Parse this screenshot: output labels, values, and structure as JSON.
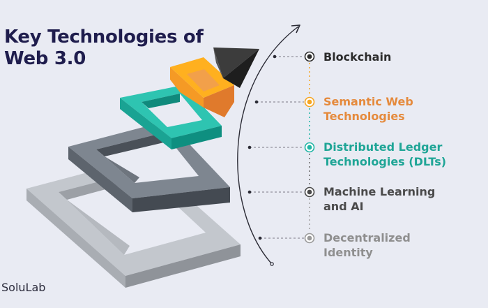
{
  "title": {
    "line1": "Key Technologies of",
    "line2": "Web 3.0"
  },
  "brand": "SoluLab",
  "technologies": [
    {
      "lines": [
        "Blockchain"
      ],
      "color": "#2b2b2b",
      "node_color": "#2b2b2b"
    },
    {
      "lines": [
        "Semantic Web",
        "Technologies"
      ],
      "color": "#e58a3c",
      "node_color": "#f5a623"
    },
    {
      "lines": [
        "Distributed Ledger",
        "Technologies (DLTs)"
      ],
      "color": "#1fa596",
      "node_color": "#1fb5a4"
    },
    {
      "lines": [
        "Machine Learning",
        "and AI"
      ],
      "color": "#4a4a4a",
      "node_color": "#4a4a4a"
    },
    {
      "lines": [
        "Decentralized",
        "Identity"
      ],
      "color": "#8f8f8f",
      "node_color": "#9a9a9a"
    }
  ]
}
